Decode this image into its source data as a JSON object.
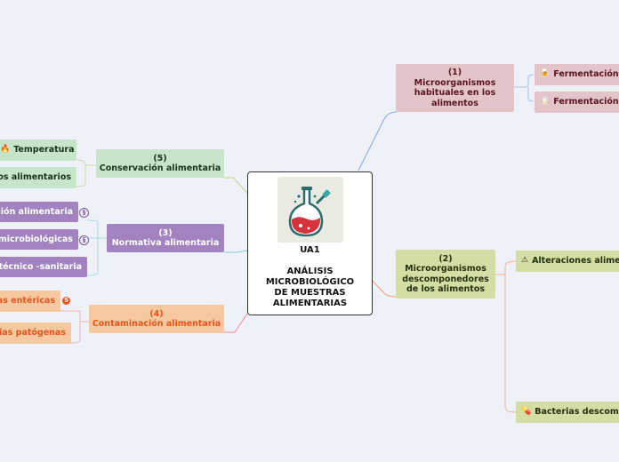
{
  "central": {
    "title": "UA1",
    "subtitle": "ANÁLISIS\nMICROBIOLÓGICO\nDE MUESTRAS\nALIMENTARIAS"
  },
  "branches": {
    "b1": {
      "label": "(1)\nMicroorganismos\nhabituales en los\nalimentos",
      "children": [
        "Fermentación",
        "Fermentación"
      ]
    },
    "b2": {
      "label": "(2)\nMicroorganismos\ndescomponedores\nde los alimentos",
      "children": [
        "Alteraciones alime",
        "Bacterias descomp"
      ]
    },
    "b3": {
      "label": "(3)\nNormativa alimentaria",
      "children": [
        "ción alimentaria",
        "microbiológicas",
        "técnico -sanitaria"
      ]
    },
    "b4": {
      "label": "(4)\nContaminación alimentaria",
      "children": [
        "as entéricas",
        "rias patógenas"
      ]
    },
    "b5": {
      "label": "(5)\nConservación alimentaria",
      "children": [
        "Temperatura",
        "os alimentarios"
      ]
    }
  },
  "colors": {
    "b1": "#e3c4c9",
    "b2": "#d4dda4",
    "b3": "#a283c0",
    "b4": "#f6c8a0",
    "b5": "#c7e5c9",
    "b1_text": "#5a1420",
    "b2_text": "#24300e",
    "b3_text": "#ffffff",
    "b4_text": "#e8541a",
    "b5_text": "#16341c"
  },
  "icons": {
    "central": "flask-icon",
    "fermentacion_1": "beer-icon",
    "fermentacion_2": "milk-icon",
    "alteraciones": "warning-icon",
    "bacterias": "pill-icon",
    "temperatura": "fire-icon",
    "normativa_badge": "link-icon",
    "enterica_badge": "number-badge-icon"
  }
}
